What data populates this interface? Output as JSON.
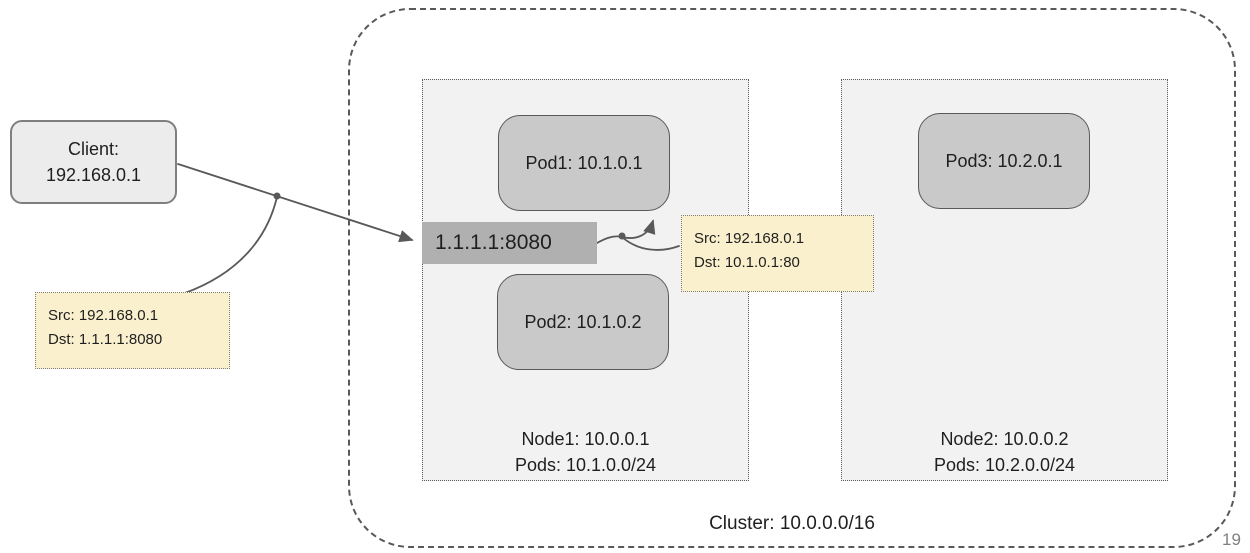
{
  "colors": {
    "client-fill": "#ececec",
    "client-border": "#7f7f7f",
    "node-fill": "#f2f2f2",
    "node-border": "#595959",
    "pod-fill": "#c9c9c9",
    "pod-border": "#595959",
    "service-fill": "#b0b0b0",
    "note-fill": "#fbf0ce",
    "note-border": "#7f7f7f",
    "cluster-border": "#595959",
    "arrow": "#595959",
    "text": "#1f1f1f",
    "page-number": "#808080"
  },
  "client": {
    "line1": "Client:",
    "line2": "192.168.0.1"
  },
  "service": {
    "label": "1.1.1.1:8080"
  },
  "notes": [
    {
      "src": "Src: 192.168.0.1",
      "dst": "Dst: 1.1.1.1:8080"
    },
    {
      "src": "Src: 192.168.0.1",
      "dst": "Dst: 10.1.0.1:80"
    }
  ],
  "nodes": [
    {
      "title": "Node1: 10.0.0.1",
      "subtitle": "Pods: 10.1.0.0/24",
      "pods": [
        {
          "label": "Pod1: 10.1.0.1"
        },
        {
          "label": "Pod2: 10.1.0.2"
        }
      ]
    },
    {
      "title": "Node2: 10.0.0.2",
      "subtitle": "Pods: 10.2.0.0/24",
      "pods": [
        {
          "label": "Pod3: 10.2.0.1"
        }
      ]
    }
  ],
  "cluster": {
    "label": "Cluster: 10.0.0.0/16"
  },
  "page": {
    "number": "19"
  }
}
